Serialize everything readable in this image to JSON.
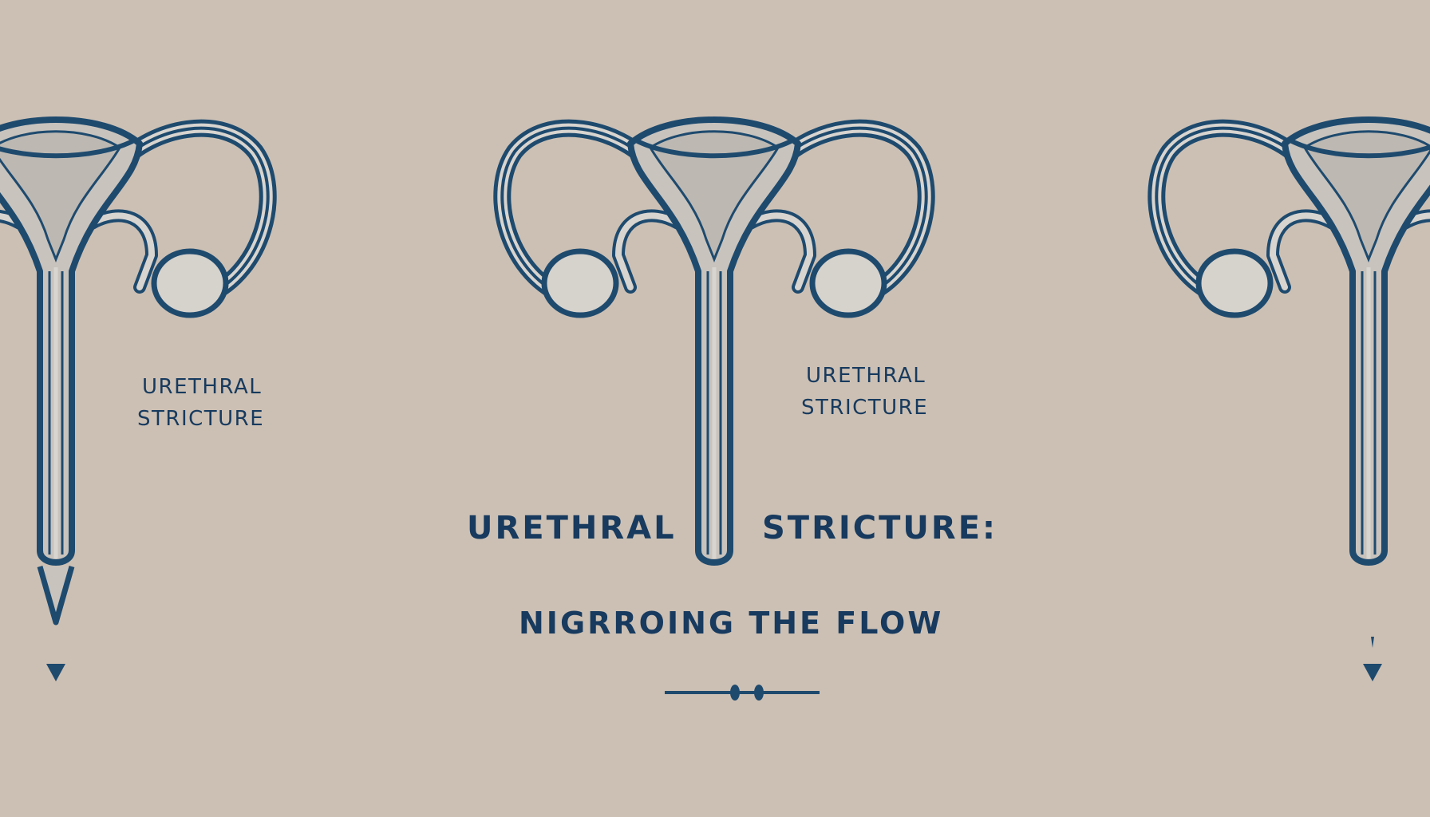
{
  "diagram": {
    "left_label": {
      "line1": "URETHRAL",
      "line2": "STRICTURE"
    },
    "center_label": {
      "line1": "URETHRAL",
      "line2": "STRICTURE"
    },
    "headline": {
      "left": "URETHRAL",
      "right": "STRICTURE:"
    },
    "subtitle": "NIGRROING THE FLOW",
    "colors": {
      "background": "#ccc0b4",
      "outline": "#1e4a6e",
      "fill": "#c0bbb5",
      "light_fill": "#d8d4cf",
      "text": "#173a5e"
    },
    "icons": [
      "anatomy-figure-icon",
      "arrow-down-icon",
      "divider-ornament-icon"
    ]
  }
}
